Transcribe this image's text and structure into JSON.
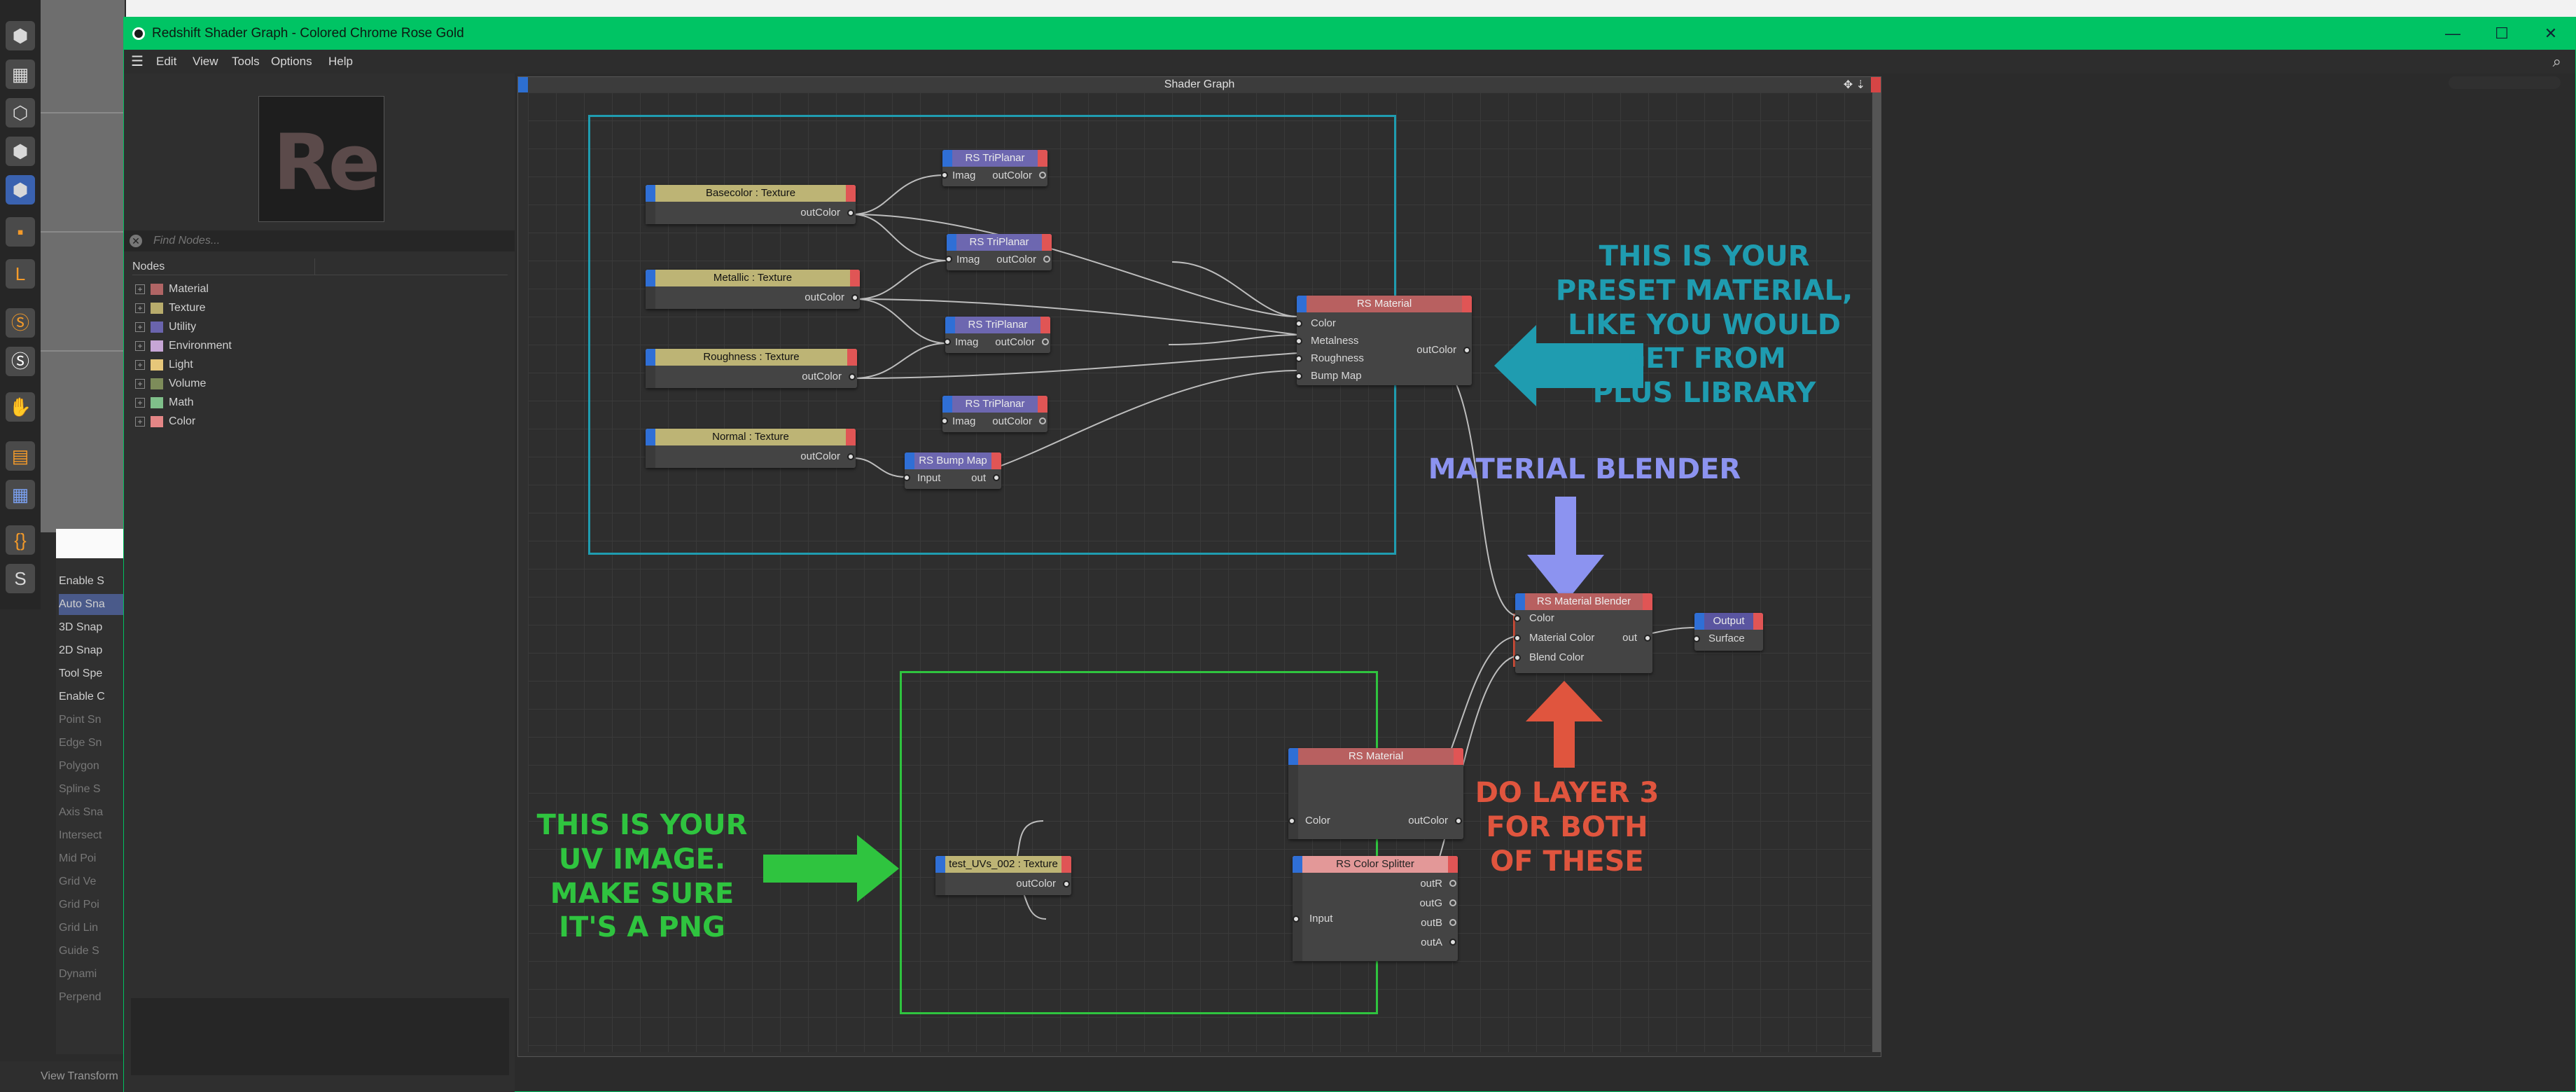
{
  "background_app": {
    "toolbar_icons": [
      "cube-icon",
      "checker-cube-icon",
      "cube-outline-icon",
      "cube-solid-icon",
      "cube-blue-icon",
      "snap-icon",
      "l-tool-icon",
      "s-circle-icon",
      "s-circle-white-icon",
      "magnet-icon",
      "grid-icon",
      "grid-blue-icon",
      "brackets-icon",
      "s-slider-icon"
    ],
    "snap_menu": {
      "items": [
        {
          "label": "Enable S",
          "dim": false,
          "active": false
        },
        {
          "label": "Auto Sna",
          "dim": false,
          "active": true
        },
        {
          "label": "3D Snap",
          "dim": false,
          "active": false
        },
        {
          "label": "2D Snap",
          "dim": false,
          "active": false
        },
        {
          "label": "Tool Spe",
          "dim": false,
          "active": false
        },
        {
          "label": "Enable C",
          "dim": false,
          "active": false
        },
        {
          "label": "Point Sn",
          "dim": true,
          "active": false
        },
        {
          "label": "Edge Sn",
          "dim": true,
          "active": false
        },
        {
          "label": "Polygon",
          "dim": true,
          "active": false
        },
        {
          "label": "Spline S",
          "dim": true,
          "active": false
        },
        {
          "label": "Axis Sna",
          "dim": true,
          "active": false
        },
        {
          "label": "Intersect",
          "dim": true,
          "active": false
        },
        {
          "label": "Mid Poi",
          "dim": true,
          "active": false
        },
        {
          "label": "Grid Ve",
          "dim": true,
          "active": false
        },
        {
          "label": "Grid Poi",
          "dim": true,
          "active": false
        },
        {
          "label": "Grid Lin",
          "dim": true,
          "active": false
        },
        {
          "label": "Guide S",
          "dim": true,
          "active": false
        },
        {
          "label": "Dynami",
          "dim": true,
          "active": false
        },
        {
          "label": "Perpend",
          "dim": true,
          "active": false
        }
      ]
    },
    "bottom_label": "View Transform"
  },
  "window": {
    "title": "Redshift Shader Graph - Colored Chrome Rose Gold",
    "controls": {
      "minimize": "—",
      "maximize": "☐",
      "close": "✕"
    }
  },
  "menubar": {
    "items": [
      "Edit",
      "View",
      "Tools",
      "Options",
      "Help"
    ]
  },
  "left_panel": {
    "preview_logo": "Re",
    "find_placeholder": "Find Nodes...",
    "nodes_header": "Nodes",
    "categories": [
      {
        "label": "Material",
        "color": "#b06565"
      },
      {
        "label": "Texture",
        "color": "#b8ac6c"
      },
      {
        "label": "Utility",
        "color": "#6a64ad"
      },
      {
        "label": "Environment",
        "color": "#c7a6d6"
      },
      {
        "label": "Light",
        "color": "#e6c77a"
      },
      {
        "label": "Volume",
        "color": "#7d8c5a"
      },
      {
        "label": "Math",
        "color": "#7fc08a"
      },
      {
        "label": "Color",
        "color": "#e48686"
      }
    ]
  },
  "shader_graph": {
    "title": "Shader Graph",
    "tools_glyph": "✥ ⇣",
    "nodes": {
      "basecolor": {
        "title": "Basecolor : Texture",
        "out": "outColor"
      },
      "metallic": {
        "title": "Metallic : Texture",
        "out": "outColor"
      },
      "roughness": {
        "title": "Roughness : Texture",
        "out": "outColor"
      },
      "normal": {
        "title": "Normal : Texture",
        "out": "outColor"
      },
      "tri1": {
        "title": "RS TriPlanar",
        "in": "Imag",
        "out": "outColor"
      },
      "tri2": {
        "title": "RS TriPlanar",
        "in": "Imag",
        "out": "outColor"
      },
      "tri3": {
        "title": "RS TriPlanar",
        "in": "Imag",
        "out": "outColor"
      },
      "tri4": {
        "title": "RS TriPlanar",
        "in": "Imag",
        "out": "outColor"
      },
      "bump": {
        "title": "RS Bump Map",
        "in": "Input",
        "out": "out"
      },
      "mat_top": {
        "title": "RS Material",
        "inputs": [
          "Color",
          "Metalness",
          "Roughness",
          "Bump Map"
        ],
        "out": "outColor"
      },
      "blender": {
        "title": "RS Material Blender",
        "inputs": [
          "Color",
          "Material Color",
          "Blend Color"
        ],
        "out": "out"
      },
      "output": {
        "title": "Output",
        "in": "Surface"
      },
      "mat_bottom": {
        "title": "RS Material",
        "in": "Color",
        "out": "outColor"
      },
      "uv_tex": {
        "title": "test_UVs_002 : Texture",
        "out": "outColor"
      },
      "splitter": {
        "title": "RS Color Splitter",
        "in": "Input",
        "outs": [
          "outR",
          "outG",
          "outB",
          "outA"
        ]
      }
    }
  },
  "annotations": {
    "preset": {
      "lines": [
        "THIS IS YOUR",
        "PRESET MATERIAL,",
        "LIKE YOU WOULD",
        "GET FROM",
        "PLUS LIBRARY"
      ],
      "color": "#1f9cb0"
    },
    "blender": {
      "lines": [
        "MATERIAL BLENDER"
      ],
      "color": "#8c93f0"
    },
    "layer": {
      "lines": [
        "DO LAYER 3",
        "FOR BOTH",
        "OF THESE"
      ],
      "color": "#e0553e"
    },
    "uv": {
      "lines": [
        "THIS IS YOUR",
        "UV IMAGE.",
        "MAKE SURE",
        "IT'S A PNG"
      ],
      "color": "#2fc43f"
    }
  },
  "colors": {
    "titlebar": "#00c464",
    "preset_box": "#1f9cb0",
    "uv_box": "#2fc43f",
    "highlight_box": "#e0553e",
    "blender_arrow": "#8c93f0"
  }
}
